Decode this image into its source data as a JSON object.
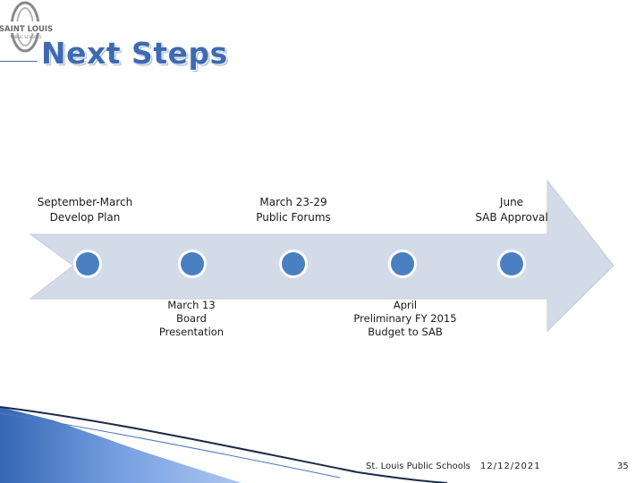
{
  "logo": {
    "top_text": "SAINT LOUIS",
    "sub_text": "PUBLIC SCHOOLS"
  },
  "title": "Next Steps",
  "timeline": {
    "top_events": [
      {
        "line1": "September-March",
        "line2": "Develop Plan"
      },
      {
        "line1": "March 23-29",
        "line2": "Public Forums"
      },
      {
        "line1": "June",
        "line2": "SAB Approval"
      }
    ],
    "bottom_events": [
      {
        "line1": "March 13",
        "line2": "Board",
        "line3": "Presentation"
      },
      {
        "line1": "April",
        "line2": "Preliminary FY 2015",
        "line3": "Budget to SAB"
      }
    ]
  },
  "colors": {
    "arrow": "#d3dbe8",
    "dot_fill": "#4a7fc1",
    "dot_ring": "#ffffff",
    "title": "#3d6ab1"
  },
  "footer": {
    "organization": "St. Louis Public Schools",
    "date": "12/12/2021",
    "page_number": "35"
  }
}
